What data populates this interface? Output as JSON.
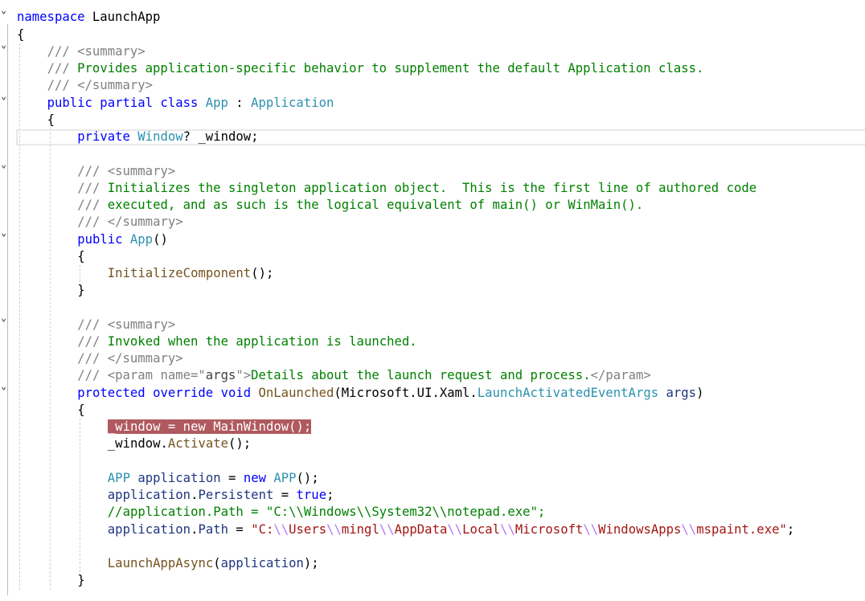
{
  "editor": {
    "fold_icon": "chevron-down-icon",
    "lines": [
      {
        "indent": 0,
        "fold": true,
        "tokens": [
          [
            "k",
            "namespace"
          ],
          [
            "p",
            " LaunchApp"
          ]
        ]
      },
      {
        "indent": 0,
        "tokens": [
          [
            "p",
            "{"
          ]
        ]
      },
      {
        "indent": 4,
        "fold": true,
        "tokens": [
          [
            "d",
            "/// <summary>"
          ]
        ]
      },
      {
        "indent": 4,
        "tokens": [
          [
            "d",
            "/// "
          ],
          [
            "c",
            "Provides application-specific behavior to supplement the default Application class."
          ]
        ]
      },
      {
        "indent": 4,
        "tokens": [
          [
            "d",
            "/// </summary>"
          ]
        ]
      },
      {
        "indent": 4,
        "fold": true,
        "tokens": [
          [
            "k",
            "public partial class "
          ],
          [
            "t",
            "App"
          ],
          [
            "p",
            " : "
          ],
          [
            "t",
            "Application"
          ]
        ]
      },
      {
        "indent": 4,
        "tokens": [
          [
            "p",
            "{"
          ]
        ]
      },
      {
        "indent": 8,
        "current": true,
        "tokens": [
          [
            "k",
            "private "
          ],
          [
            "t",
            "Window"
          ],
          [
            "p",
            "? _window;"
          ]
        ]
      },
      {
        "indent": 8,
        "tokens": []
      },
      {
        "indent": 8,
        "fold": true,
        "tokens": [
          [
            "d",
            "/// <summary>"
          ]
        ]
      },
      {
        "indent": 8,
        "tokens": [
          [
            "d",
            "/// "
          ],
          [
            "c",
            "Initializes the singleton application object.  This is the first line of authored code"
          ]
        ]
      },
      {
        "indent": 8,
        "tokens": [
          [
            "d",
            "/// "
          ],
          [
            "c",
            "executed, and as such is the logical equivalent of main() or WinMain()."
          ]
        ]
      },
      {
        "indent": 8,
        "tokens": [
          [
            "d",
            "/// </summary>"
          ]
        ]
      },
      {
        "indent": 8,
        "fold": true,
        "tokens": [
          [
            "k",
            "public "
          ],
          [
            "t",
            "App"
          ],
          [
            "p",
            "()"
          ]
        ]
      },
      {
        "indent": 8,
        "tokens": [
          [
            "p",
            "{"
          ]
        ]
      },
      {
        "indent": 12,
        "tokens": [
          [
            "m",
            "InitializeComponent"
          ],
          [
            "p",
            "();"
          ]
        ]
      },
      {
        "indent": 8,
        "tokens": [
          [
            "p",
            "}"
          ]
        ]
      },
      {
        "indent": 8,
        "tokens": []
      },
      {
        "indent": 8,
        "fold": true,
        "tokens": [
          [
            "d",
            "/// <summary>"
          ]
        ]
      },
      {
        "indent": 8,
        "tokens": [
          [
            "d",
            "/// "
          ],
          [
            "c",
            "Invoked when the application is launched."
          ]
        ]
      },
      {
        "indent": 8,
        "tokens": [
          [
            "d",
            "/// </summary>"
          ]
        ]
      },
      {
        "indent": 8,
        "tokens": [
          [
            "d",
            "/// <param name=\""
          ],
          [
            "dn",
            "args"
          ],
          [
            "d",
            "\">"
          ],
          [
            "c",
            "Details about the launch request and process."
          ],
          [
            "d",
            "</param>"
          ]
        ]
      },
      {
        "indent": 8,
        "fold": true,
        "tokens": [
          [
            "k",
            "protected override void "
          ],
          [
            "m",
            "OnLaunched"
          ],
          [
            "p",
            "(Microsoft.UI.Xaml."
          ],
          [
            "t",
            "LaunchActivatedEventArgs"
          ],
          [
            "v",
            " args"
          ],
          [
            "p",
            ")"
          ]
        ]
      },
      {
        "indent": 8,
        "tokens": [
          [
            "p",
            "{"
          ]
        ]
      },
      {
        "indent": 12,
        "tokens": [
          [
            "hl",
            "_window = new MainWindow();"
          ]
        ]
      },
      {
        "indent": 12,
        "tokens": [
          [
            "p",
            "_window."
          ],
          [
            "m",
            "Activate"
          ],
          [
            "p",
            "();"
          ]
        ]
      },
      {
        "indent": 12,
        "tokens": []
      },
      {
        "indent": 12,
        "tokens": [
          [
            "t",
            "APP"
          ],
          [
            "v",
            " application"
          ],
          [
            "p",
            " = "
          ],
          [
            "k",
            "new "
          ],
          [
            "t",
            "APP"
          ],
          [
            "p",
            "();"
          ]
        ]
      },
      {
        "indent": 12,
        "tokens": [
          [
            "v",
            "application"
          ],
          [
            "p",
            "."
          ],
          [
            "v",
            "Persistent"
          ],
          [
            "p",
            " = "
          ],
          [
            "k",
            "true"
          ],
          [
            "p",
            ";"
          ]
        ]
      },
      {
        "indent": 12,
        "tokens": [
          [
            "c",
            "//application.Path = \"C:\\\\Windows\\\\System32\\\\notepad.exe\";"
          ]
        ]
      },
      {
        "indent": 12,
        "tokens": [
          [
            "v",
            "application"
          ],
          [
            "p",
            "."
          ],
          [
            "v",
            "Path"
          ],
          [
            "p",
            " = "
          ],
          [
            "s",
            "\"C:"
          ],
          [
            "e",
            "\\\\"
          ],
          [
            "s",
            "Users"
          ],
          [
            "e",
            "\\\\"
          ],
          [
            "s",
            "mingl"
          ],
          [
            "e",
            "\\\\"
          ],
          [
            "s",
            "AppData"
          ],
          [
            "e",
            "\\\\"
          ],
          [
            "s",
            "Local"
          ],
          [
            "e",
            "\\\\"
          ],
          [
            "s",
            "Microsoft"
          ],
          [
            "e",
            "\\\\"
          ],
          [
            "s",
            "WindowsApps"
          ],
          [
            "e",
            "\\\\"
          ],
          [
            "s",
            "mspaint.exe\""
          ],
          [
            "p",
            ";"
          ]
        ]
      },
      {
        "indent": 12,
        "tokens": []
      },
      {
        "indent": 12,
        "tokens": [
          [
            "m",
            "LaunchAppAsync"
          ],
          [
            "p",
            "("
          ],
          [
            "v",
            "application"
          ],
          [
            "p",
            ");"
          ]
        ]
      },
      {
        "indent": 8,
        "tokens": [
          [
            "p",
            "}"
          ]
        ]
      }
    ]
  }
}
